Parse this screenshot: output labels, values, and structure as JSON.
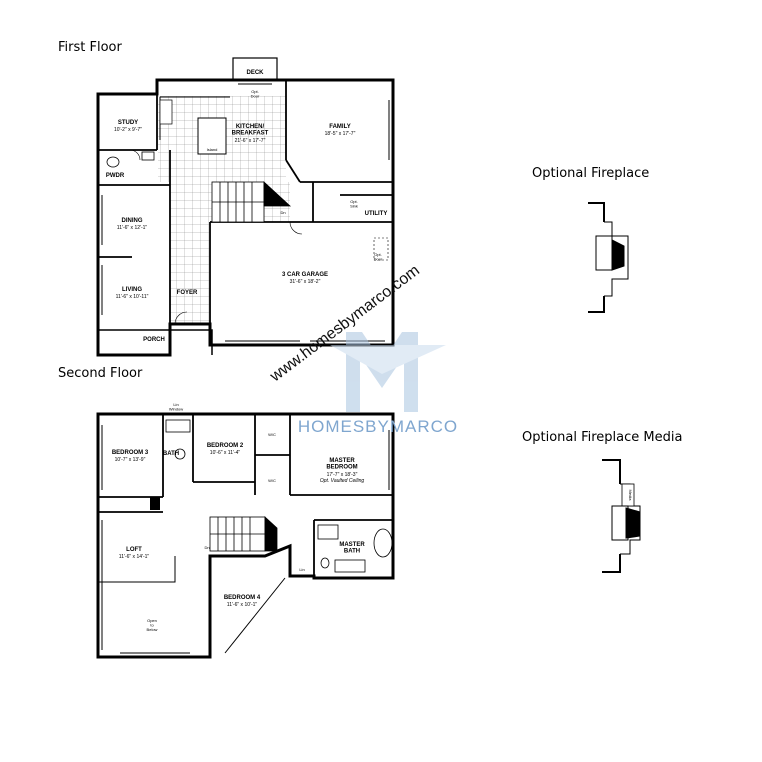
{
  "headers": {
    "first_floor": "First Floor",
    "second_floor": "Second Floor",
    "opt_fireplace": "Optional Fireplace",
    "opt_fireplace_media": "Optional Fireplace Media"
  },
  "first_floor": {
    "deck": "DECK",
    "opt_door_top": "Opt.\nDoor",
    "study": "STUDY",
    "study_dim": "10'-2\" x 9'-7\"",
    "kitchen": "KITCHEN/\nBREAKFAST",
    "kitchen_dim": "21'-6\" x 17'-7\"",
    "island": "Island",
    "family": "FAMILY",
    "family_dim": "18'-5\" x 17'-7\"",
    "pwdr": "PWDR",
    "dining": "DINING",
    "dining_dim": "11'-6\" x 12'-1\"",
    "living": "LIVING",
    "living_dim": "11'-6\" x 10'-11\"",
    "foyer": "FOYER",
    "porch": "PORCH",
    "garage": "3 CAR GARAGE",
    "garage_dim": "31'-6\" x 18'-2\"",
    "utility": "UTILITY",
    "opt_sink": "Opt.\nSink",
    "opt_door_garage": "Opt.\nDoor",
    "dn": "Dn"
  },
  "second_floor": {
    "lin_window": "Lin\nWindow",
    "bedroom3": "BEDROOM 3",
    "bedroom3_dim": "10'-7\" x 13'-9\"",
    "bath": "BATH",
    "bedroom2": "BEDROOM 2",
    "bedroom2_dim": "10'-6\" x 11'-4\"",
    "wic1": "W/C",
    "wic2": "W/C",
    "master": "MASTER\nBEDROOM",
    "master_dim": "17'-7\" x 18'-3\"",
    "master_note": "Opt. Vaulted Ceiling",
    "loft": "LOFT",
    "loft_dim": "11'-6\" x 14'-1\"",
    "dn": "Dn",
    "master_bath": "MASTER\nBATH",
    "lin": "Lin",
    "bedroom4": "BEDROOM 4",
    "bedroom4_dim": "11'-6\" x 10'-1\"",
    "open_below": "Open\nto\nBelow"
  },
  "media_label": "Media",
  "watermark": {
    "url": "www.homesbymarco.com",
    "brand": "HOMESBYMARCO",
    "logo_letter_color": "#a8c4e0"
  }
}
